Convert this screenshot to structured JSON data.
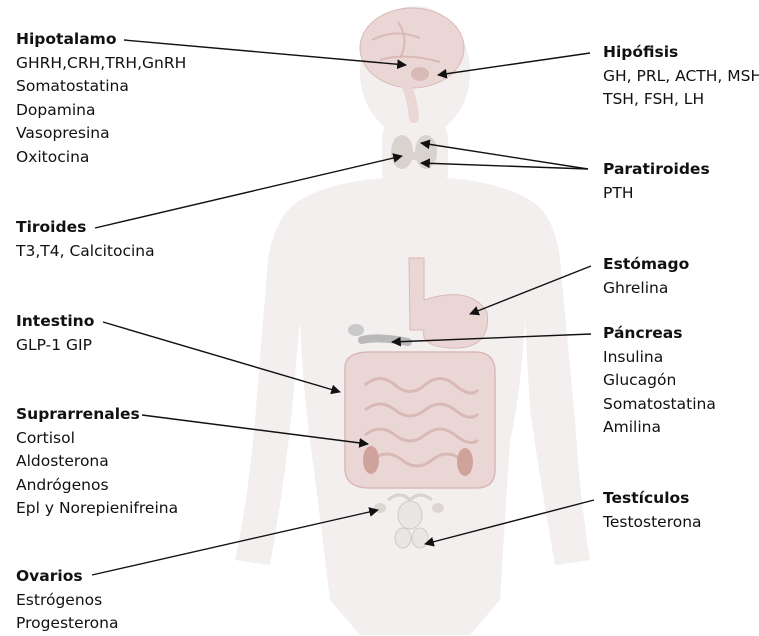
{
  "colors": {
    "body_silhouette": "#f2efee",
    "organ": "#ead7d5",
    "organ_outline": "#d9b9b5",
    "kidney": "#cfa29c",
    "gland": "#c9c9c9",
    "arrow": "#111111"
  },
  "glands": {
    "hipotalamo": {
      "title": "Hipotalamo",
      "hormones": [
        "GHRH,CRH,TRH,GnRH",
        "Somatostatina",
        "Dopamina",
        "Vasopresina",
        "Oxitocina"
      ]
    },
    "tiroides": {
      "title": "Tiroides",
      "hormones": [
        "T3,T4, Calcitocina"
      ]
    },
    "intestino": {
      "title": "Intestino",
      "hormones": [
        "GLP-1 GIP"
      ]
    },
    "suprarrenales": {
      "title": "Suprarrenales",
      "hormones": [
        "Cortisol",
        "Aldosterona",
        "Andrógenos",
        "Epl y Norepienifreina"
      ]
    },
    "ovarios": {
      "title": "Ovarios",
      "hormones": [
        "Estrógenos",
        "Progesterona"
      ]
    },
    "hipofisis": {
      "title": "Hipófisis",
      "hormones": [
        "GH, PRL, ACTH, MSH",
        "TSH, FSH, LH"
      ]
    },
    "paratiroides": {
      "title": "Paratiroides",
      "hormones": [
        "PTH"
      ]
    },
    "estomago": {
      "title": "Estómago",
      "hormones": [
        "Ghrelina"
      ]
    },
    "pancreas": {
      "title": "Páncreas",
      "hormones": [
        "Insulina",
        "Glucagón",
        "Somatostatina",
        "Amilina"
      ]
    },
    "testiculos": {
      "title": "Testículos",
      "hormones": [
        "Testosterona"
      ]
    }
  }
}
